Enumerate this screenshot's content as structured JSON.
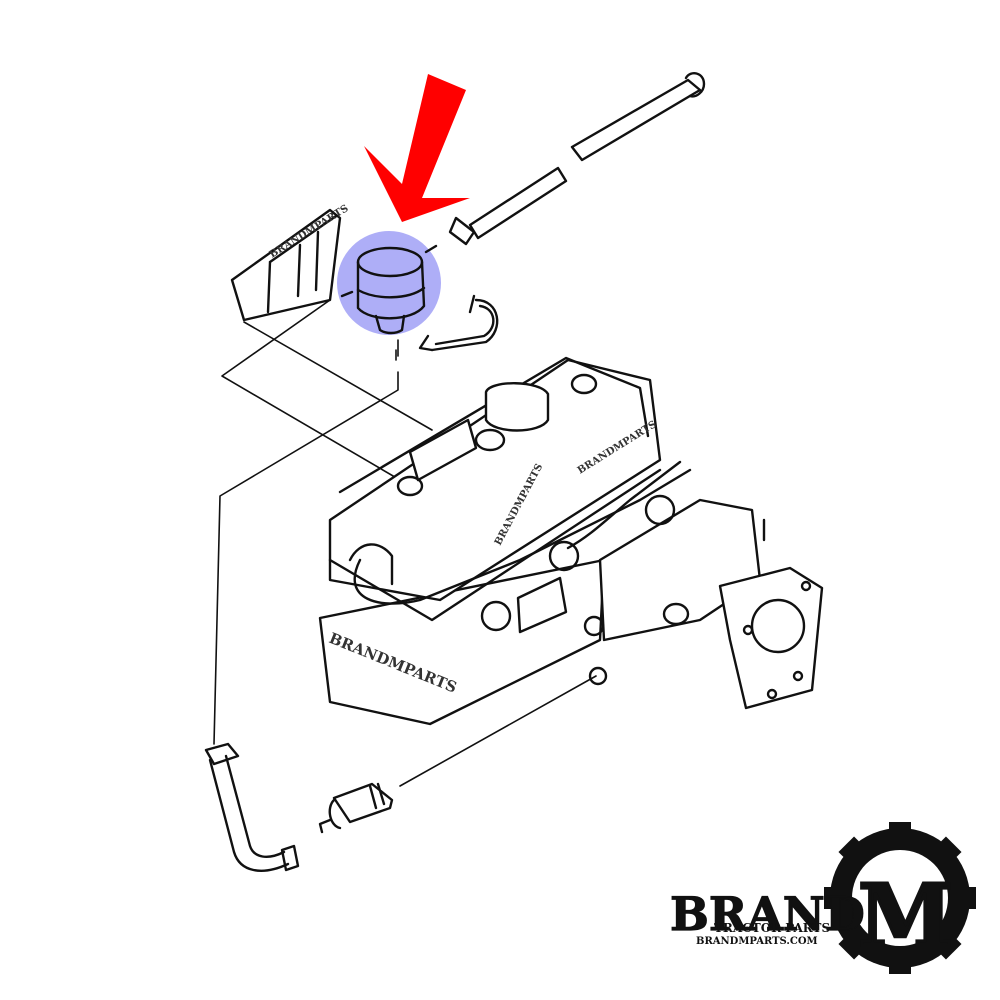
{
  "colors": {
    "arrow": "#ff0000",
    "highlight": "#6b6bf0",
    "logo_red": "#d0161c",
    "line": "#111111"
  },
  "watermark": {
    "text": "BRANDMPARTS"
  },
  "logo": {
    "brand": "BRAND",
    "letter": "M",
    "subtitle": "TRACTOR PARTS",
    "url": "BRANDMPARTS.COM"
  }
}
